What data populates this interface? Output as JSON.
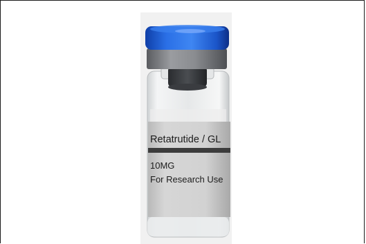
{
  "vial": {
    "label_line1": "Retatrutide / GL",
    "label_line2": "10MG",
    "label_line3": "For Research Use",
    "colors": {
      "cap_blue": "#1f5fd6",
      "collar_gray": "#7d7f82",
      "label_gray": "#cfcfcf",
      "label_stripe": "#3c3c3c",
      "background": "#f1f1f1"
    }
  }
}
